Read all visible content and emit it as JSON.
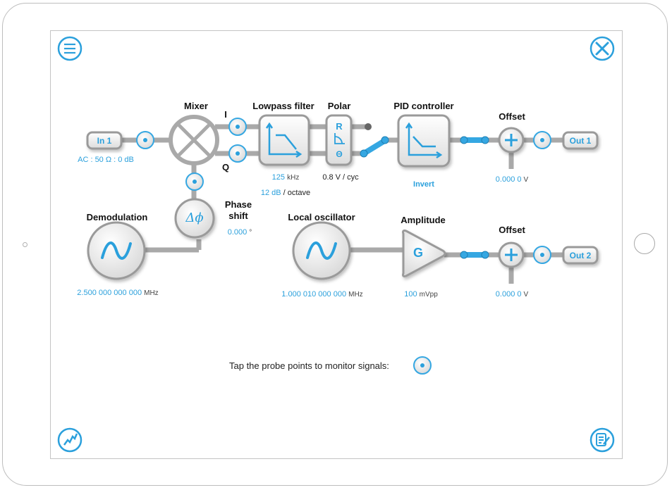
{
  "colors": {
    "accent": "#2ba0dc",
    "wire": "#a9a9a9",
    "wire_active": "#35a7e2"
  },
  "toolbar": {
    "menu_icon": "menu-icon",
    "tools_icon": "wrench-screwdriver-icon",
    "plot_icon": "chart-line-icon",
    "notes_icon": "notes-edit-icon"
  },
  "inputs": {
    "in1": {
      "label": "In 1",
      "config": "AC : 50 Ω : 0 dB"
    }
  },
  "outputs": {
    "out1": {
      "label": "Out 1"
    },
    "out2": {
      "label": "Out 2"
    }
  },
  "mixer": {
    "title": "Mixer",
    "i_label": "I",
    "q_label": "Q"
  },
  "lowpass": {
    "title": "Lowpass filter",
    "cutoff_value": "125",
    "cutoff_unit": "kHz",
    "slope_value": "12 dB",
    "slope_unit": "/ octave"
  },
  "polar": {
    "title": "Polar",
    "r_label": "R",
    "theta_label": "Θ",
    "scale": "0.8 V / cyc"
  },
  "pid": {
    "title": "PID controller",
    "mode": "Invert"
  },
  "offset1": {
    "title": "Offset",
    "value": "0.000 0",
    "unit": "V"
  },
  "offset2": {
    "title": "Offset",
    "value": "0.000 0",
    "unit": "V"
  },
  "demodulation": {
    "title": "Demodulation",
    "value": "2.500 000 000 000",
    "unit": "MHz"
  },
  "phase_shift": {
    "title_line1": "Phase",
    "title_line2": "shift",
    "symbol": "Δϕ",
    "value": "0.000",
    "unit": "°"
  },
  "local_oscillator": {
    "title": "Local oscillator",
    "value": "1.000 010 000 000",
    "unit": "MHz"
  },
  "amplitude": {
    "title": "Amplitude",
    "symbol": "G",
    "value": "100",
    "unit": "mVpp"
  },
  "hint": {
    "text": "Tap the probe points to monitor signals:"
  }
}
